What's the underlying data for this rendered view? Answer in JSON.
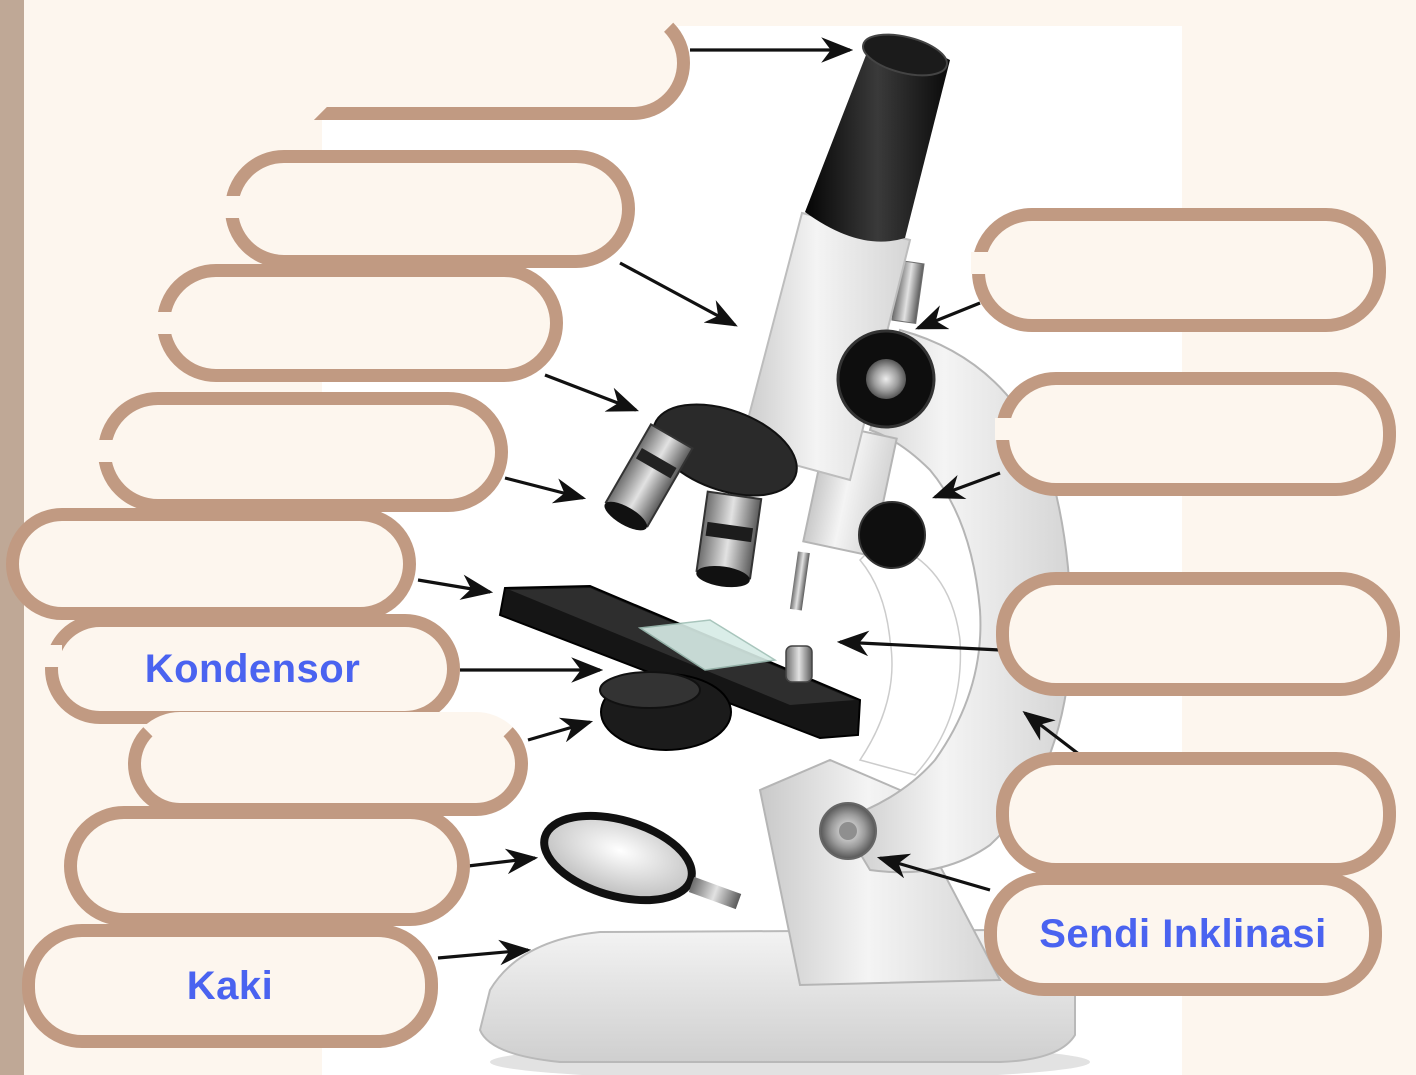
{
  "colors": {
    "page_background": "#fdf6ee",
    "left_strip": "#bfa896",
    "box_border": "#c19a82",
    "label_text": "#4a63f0",
    "arrow": "#111111",
    "photo_background": "#ffffff"
  },
  "labels": [
    {
      "id": "box-1",
      "text": ""
    },
    {
      "id": "box-2",
      "text": ""
    },
    {
      "id": "box-3",
      "text": ""
    },
    {
      "id": "box-4",
      "text": ""
    },
    {
      "id": "box-5",
      "text": ""
    },
    {
      "id": "box-6",
      "text": "Kondensor"
    },
    {
      "id": "box-7",
      "text": ""
    },
    {
      "id": "box-8",
      "text": ""
    },
    {
      "id": "box-9",
      "text": "Kaki"
    },
    {
      "id": "box-10",
      "text": ""
    },
    {
      "id": "box-11",
      "text": ""
    },
    {
      "id": "box-12",
      "text": ""
    },
    {
      "id": "box-13",
      "text": ""
    },
    {
      "id": "box-14",
      "text": "Sendi Inklinasi"
    }
  ]
}
